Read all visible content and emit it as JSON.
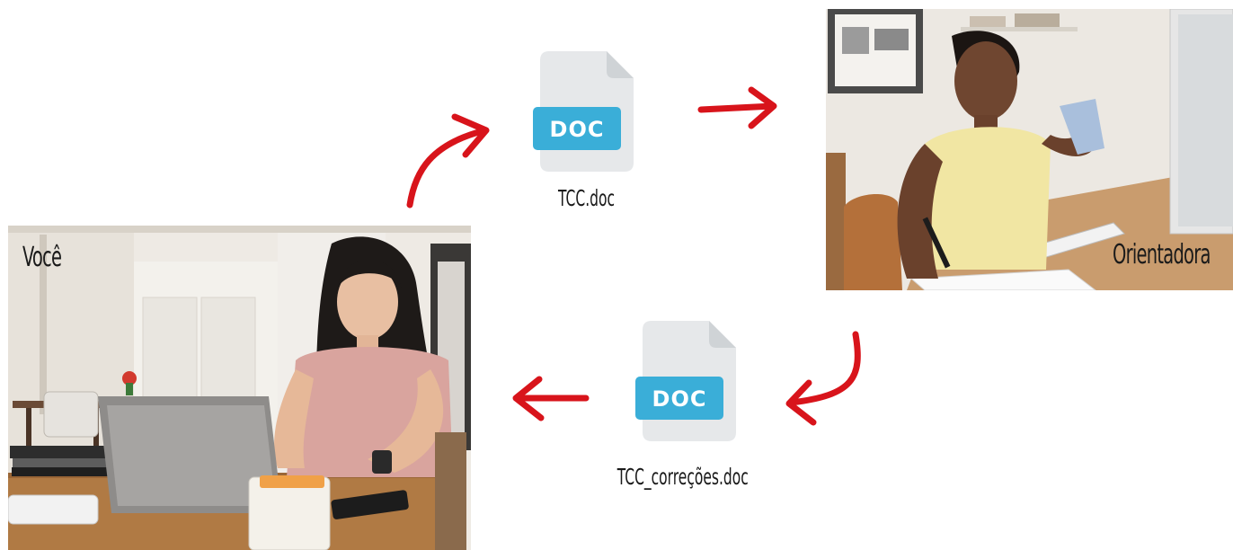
{
  "people": {
    "student": {
      "label": "Você"
    },
    "advisor": {
      "label": "Orientadora"
    }
  },
  "documents": {
    "draft": {
      "icon_text": "DOC",
      "filename": "TCC.doc"
    },
    "revised": {
      "icon_text": "DOC",
      "filename": "TCC_correções.doc"
    }
  },
  "colors": {
    "arrow": "#d8141b",
    "doc_tag": "#3aaed8",
    "doc_page": "#e6e8ea",
    "doc_fold": "#cfd3d6"
  }
}
